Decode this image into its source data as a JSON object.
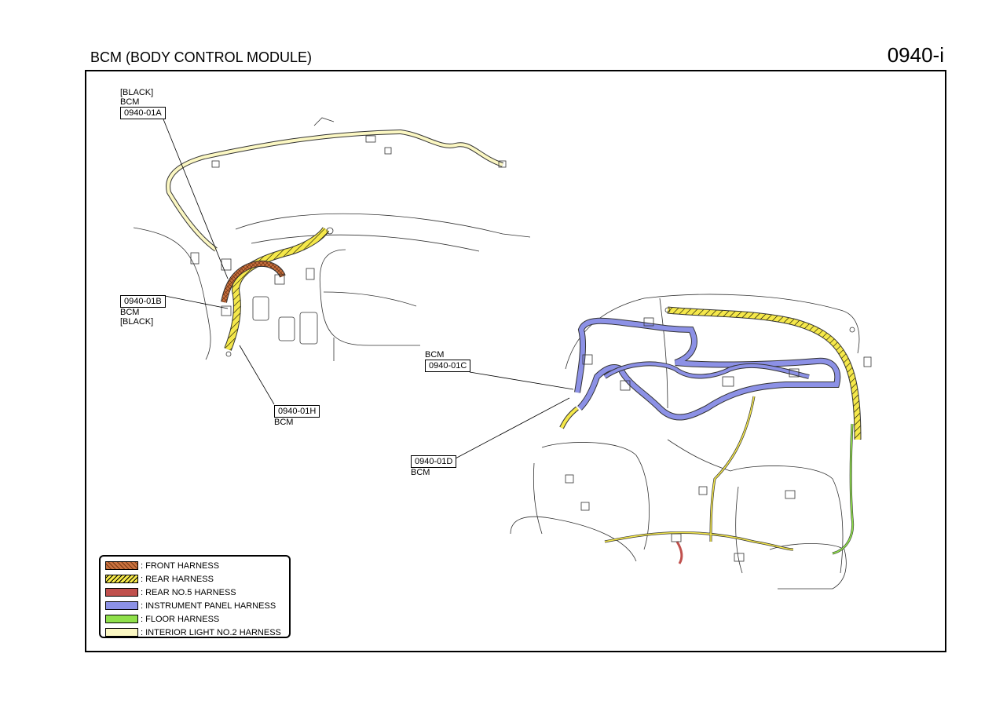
{
  "header": {
    "title": "BCM (BODY CONTROL MODULE)",
    "page_id": "0940-i"
  },
  "callouts": {
    "a": {
      "color_note": "[BLACK]",
      "name": "BCM",
      "code": "0940-01A"
    },
    "b": {
      "code": "0940-01B",
      "name": "BCM",
      "color_note": "[BLACK]"
    },
    "c": {
      "name": "BCM",
      "code": "0940-01C"
    },
    "d": {
      "code": "0940-01D",
      "name": "BCM"
    },
    "h": {
      "code": "0940-01H",
      "name": "BCM"
    }
  },
  "legend": {
    "items": [
      {
        "label": ": FRONT HARNESS",
        "color": "#c8713f",
        "pattern": "crosshatch"
      },
      {
        "label": ": REAR HARNESS",
        "color": "#f5e84a",
        "pattern": "diagonal"
      },
      {
        "label": ": REAR NO.5 HARNESS",
        "color": "#c0504d",
        "pattern": "solid"
      },
      {
        "label": ": INSTRUMENT PANEL HARNESS",
        "color": "#8c91e6",
        "pattern": "solid"
      },
      {
        "label": ": FLOOR HARNESS",
        "color": "#8fe04a",
        "pattern": "solid"
      },
      {
        "label": ": INTERIOR LIGHT NO.2 HARNESS",
        "color": "#fbf7c2",
        "pattern": "solid"
      }
    ]
  }
}
